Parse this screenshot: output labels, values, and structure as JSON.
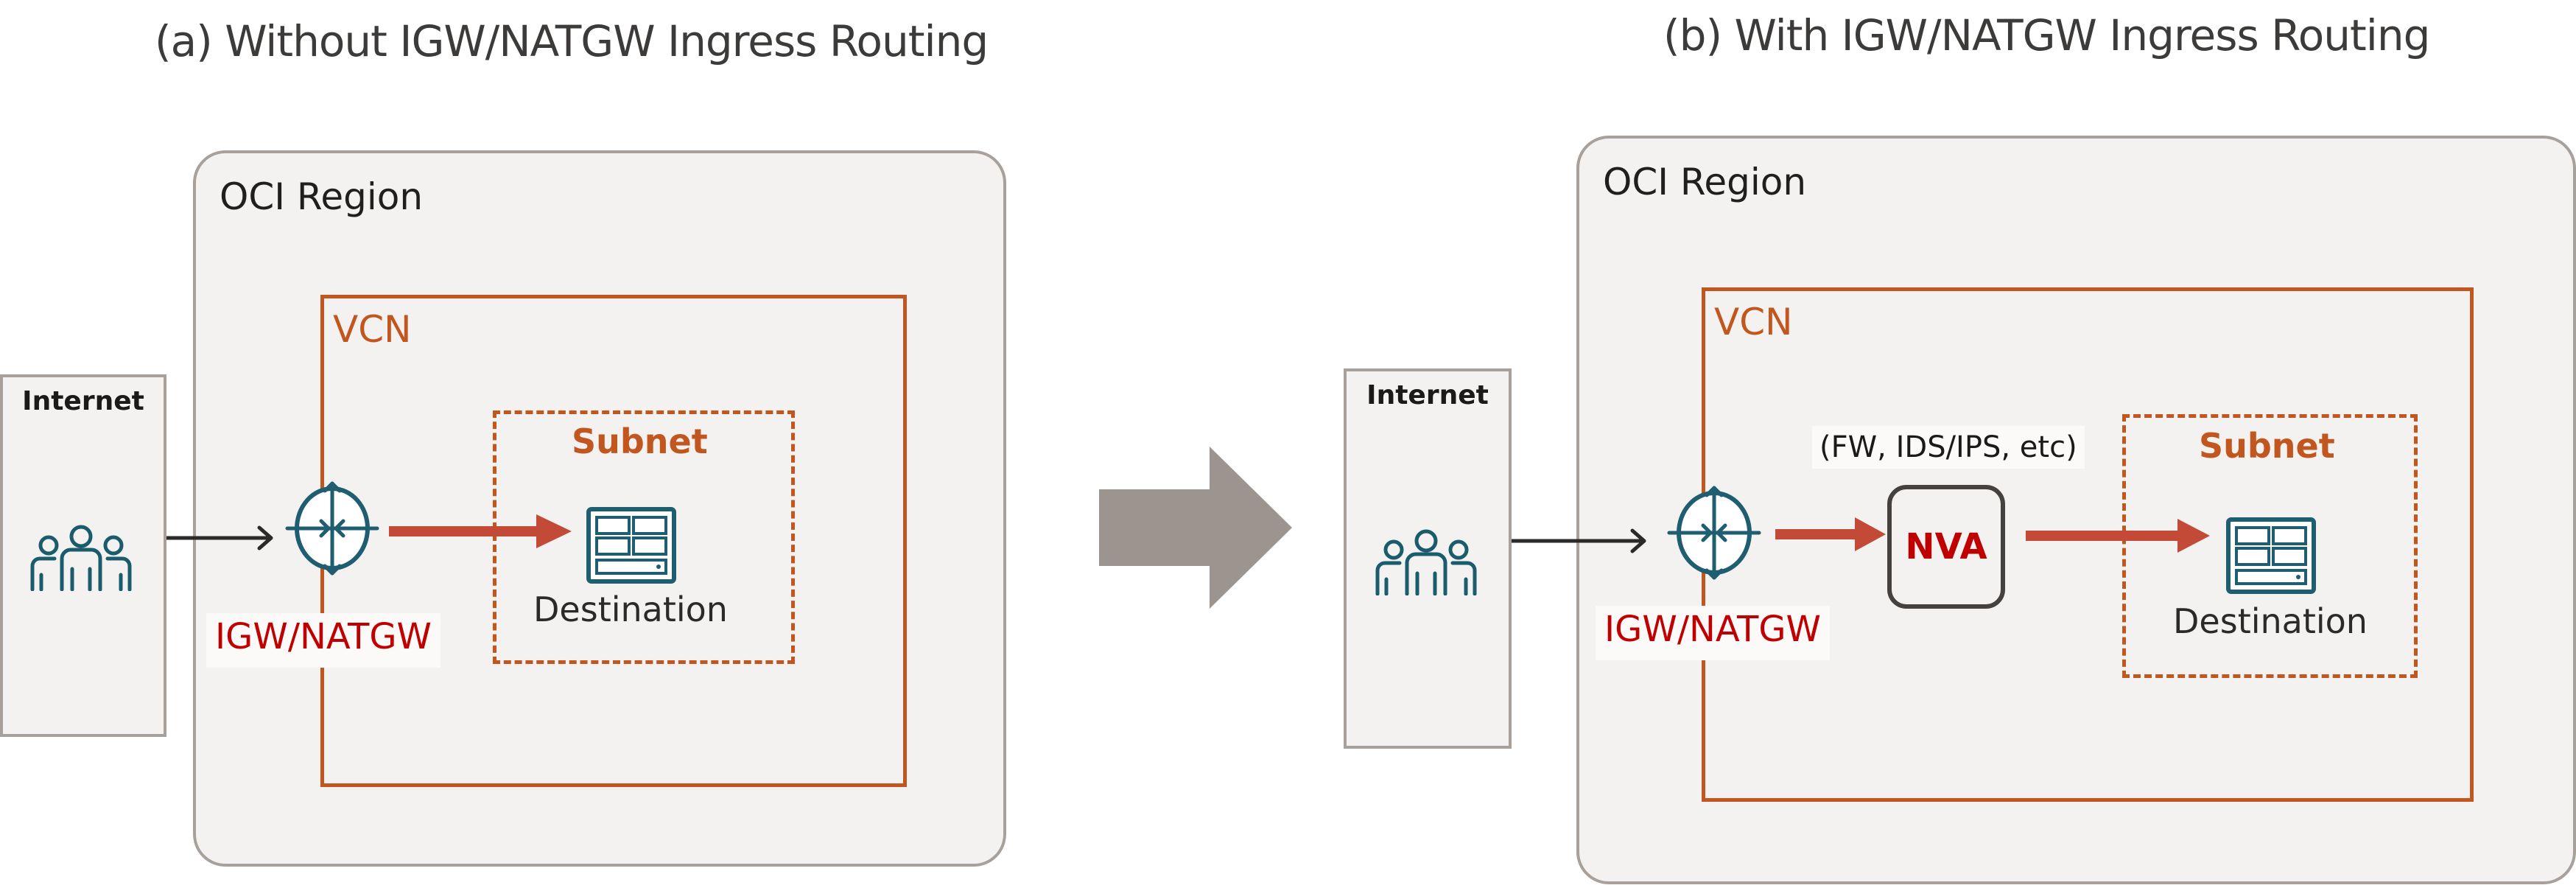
{
  "panels": [
    {
      "id": "a",
      "title": "(a) Without IGW/NATGW Ingress Routing",
      "internet": {
        "label": "Internet",
        "icon": "people-icon"
      },
      "region": {
        "label": "OCI Region"
      },
      "vcn": {
        "label": "VCN"
      },
      "gateway": {
        "label": "IGW/NATGW",
        "icon": "gateway-icon"
      },
      "subnet": {
        "label": "Subnet"
      },
      "destination": {
        "label": "Destination",
        "icon": "server-icon"
      }
    },
    {
      "id": "b",
      "title": "(b) With IGW/NATGW Ingress Routing",
      "internet": {
        "label": "Internet",
        "icon": "people-icon"
      },
      "region": {
        "label": "OCI Region"
      },
      "vcn": {
        "label": "VCN"
      },
      "gateway": {
        "label": "IGW/NATGW",
        "icon": "gateway-icon"
      },
      "nva": {
        "label": "NVA",
        "note": "(FW, IDS/IPS, etc)"
      },
      "subnet": {
        "label": "Subnet"
      },
      "destination": {
        "label": "Destination",
        "icon": "server-icon"
      }
    }
  ],
  "transition": {
    "icon": "right-block-arrow"
  },
  "colors": {
    "background": "#000000",
    "title_text": "#3d3b39",
    "region_fill": "#f3f2f0",
    "region_border": "#a8a19b",
    "vcn_border": "#c2561f",
    "subnet_border": "#c2561f",
    "subnet_text": "#c2561f",
    "gateway_label": "#c00000",
    "nva_text": "#c00000",
    "nva_border": "#44413e",
    "flow_arrow": "#c44a38",
    "link_arrow": "#2b2a29",
    "icon_teal": "#1a5c6b",
    "transition_arrow": "#9c948f"
  }
}
